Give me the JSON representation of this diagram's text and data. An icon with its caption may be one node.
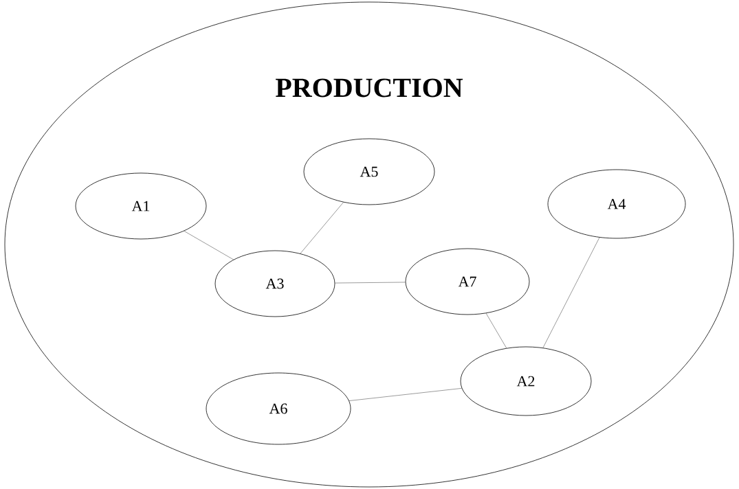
{
  "diagram": {
    "nodes": [
      {
        "text": [
          "PRODUCTION"
        ]
      },
      {
        "text": [
          "A5"
        ],
        "in": 0
      },
      {
        "text": [
          "A1"
        ],
        "in": 0
      },
      {
        "text": [
          "A4"
        ],
        "in": 0
      },
      {
        "text": [
          "A3"
        ],
        "in": 0
      },
      {
        "text": [
          "A7"
        ],
        "in": 0
      },
      {
        "text": [
          "A2"
        ],
        "in": 0
      },
      {
        "text": [
          "A6"
        ],
        "in": 0
      }
    ],
    "edges": [
      {
        "from": 2,
        "to": 4,
        "arrow": "none"
      },
      {
        "from": 1,
        "to": 4,
        "arrow": "none"
      },
      {
        "from": 4,
        "to": 5,
        "arrow": "none"
      },
      {
        "from": 5,
        "to": 6,
        "arrow": "none"
      },
      {
        "from": 3,
        "to": 6,
        "arrow": "none"
      },
      {
        "from": 7,
        "to": 6,
        "arrow": "none"
      }
    ]
  }
}
